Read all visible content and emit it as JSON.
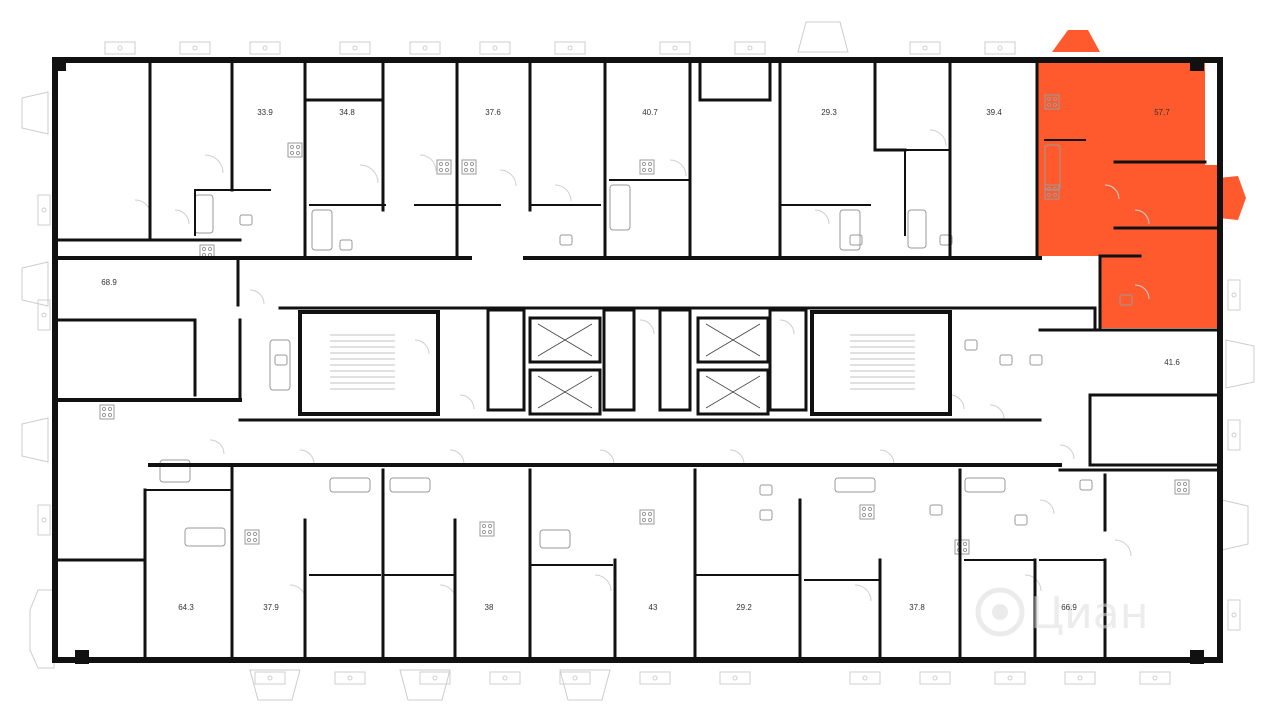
{
  "colors": {
    "wall": "#111111",
    "highlight": "#ff5a2e",
    "bay": "#e4e4e4",
    "fixture": "#9a9a9a",
    "thin": "#cfcfcf"
  },
  "units": [
    {
      "id": "u1",
      "area": "33.9"
    },
    {
      "id": "u2",
      "area": "34.8"
    },
    {
      "id": "u3",
      "area": "37.6"
    },
    {
      "id": "u4",
      "area": "40.7"
    },
    {
      "id": "u5",
      "area": "29.3"
    },
    {
      "id": "u6",
      "area": "39.4"
    },
    {
      "id": "u7",
      "area": "57.7",
      "selected": true
    },
    {
      "id": "u8",
      "area": "68.9"
    },
    {
      "id": "u9",
      "area": "41.6"
    },
    {
      "id": "u10",
      "area": "64.3"
    },
    {
      "id": "u11",
      "area": "37.9"
    },
    {
      "id": "u12",
      "area": "38"
    },
    {
      "id": "u13",
      "area": "43"
    },
    {
      "id": "u14",
      "area": "29.2"
    },
    {
      "id": "u15",
      "area": "37.8"
    },
    {
      "id": "u16",
      "area": "66.9"
    }
  ],
  "watermark": {
    "text": "Циан",
    "icon": "cian-logo-icon"
  },
  "core": {
    "elevators": 4,
    "stairs": 2
  }
}
